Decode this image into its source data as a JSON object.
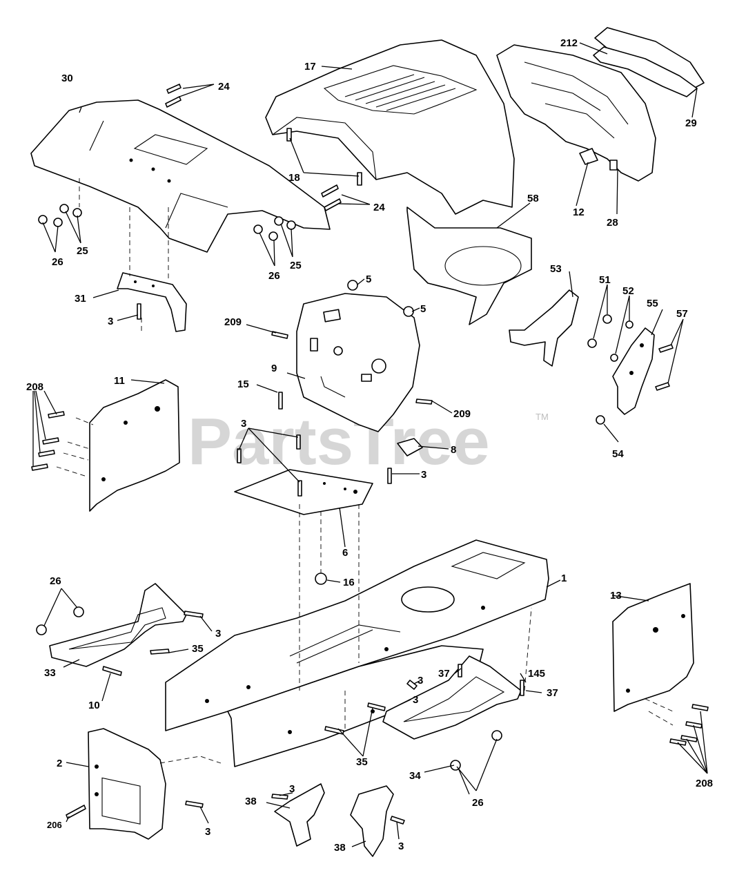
{
  "watermark": {
    "text": "PartsTree",
    "trademark": "TM"
  },
  "callouts": [
    "30",
    "24",
    "17",
    "212",
    "29",
    "18",
    "24",
    "12",
    "28",
    "58",
    "25",
    "26",
    "25",
    "26",
    "31",
    "3",
    "5",
    "5",
    "53",
    "51",
    "52",
    "55",
    "57",
    "209",
    "9",
    "208",
    "11",
    "15",
    "209",
    "3",
    "8",
    "3",
    "54",
    "6",
    "16",
    "1",
    "26",
    "3",
    "35",
    "13",
    "33",
    "10",
    "37",
    "145",
    "37",
    "3",
    "3",
    "2",
    "35",
    "34",
    "208",
    "26",
    "206",
    "3",
    "3",
    "38",
    "38",
    "3"
  ]
}
